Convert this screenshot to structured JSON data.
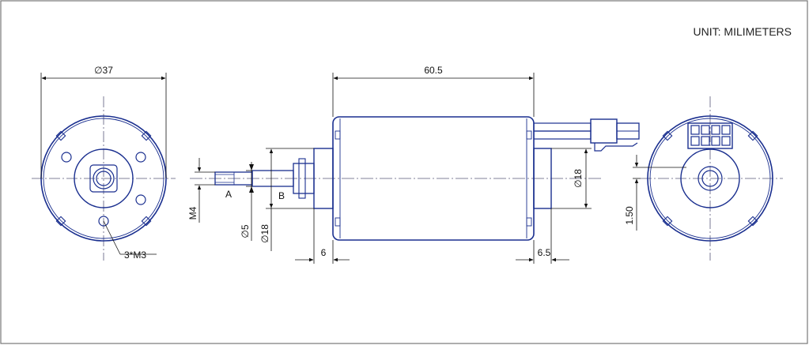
{
  "unit_note": "UNIT: MILIMETERS",
  "colors": {
    "outline": "#1a2f8f",
    "dimension": "#111111",
    "centerline": "#5a5a7a",
    "frame": "#777777"
  },
  "front_view": {
    "diameter_label": "∅37",
    "hole_callout": "3*M3"
  },
  "side_view": {
    "length_label": "60.5",
    "thread_label": "M4",
    "shaft_dia_label": "∅5",
    "pilot_dia_label": "∅18",
    "rear_boss_dia_label": "∅18",
    "front_offset_label": "6",
    "rear_offset_label": "6.5",
    "datum_a": "A",
    "datum_b": "B"
  },
  "rear_view": {
    "offset_label": "1.50"
  }
}
